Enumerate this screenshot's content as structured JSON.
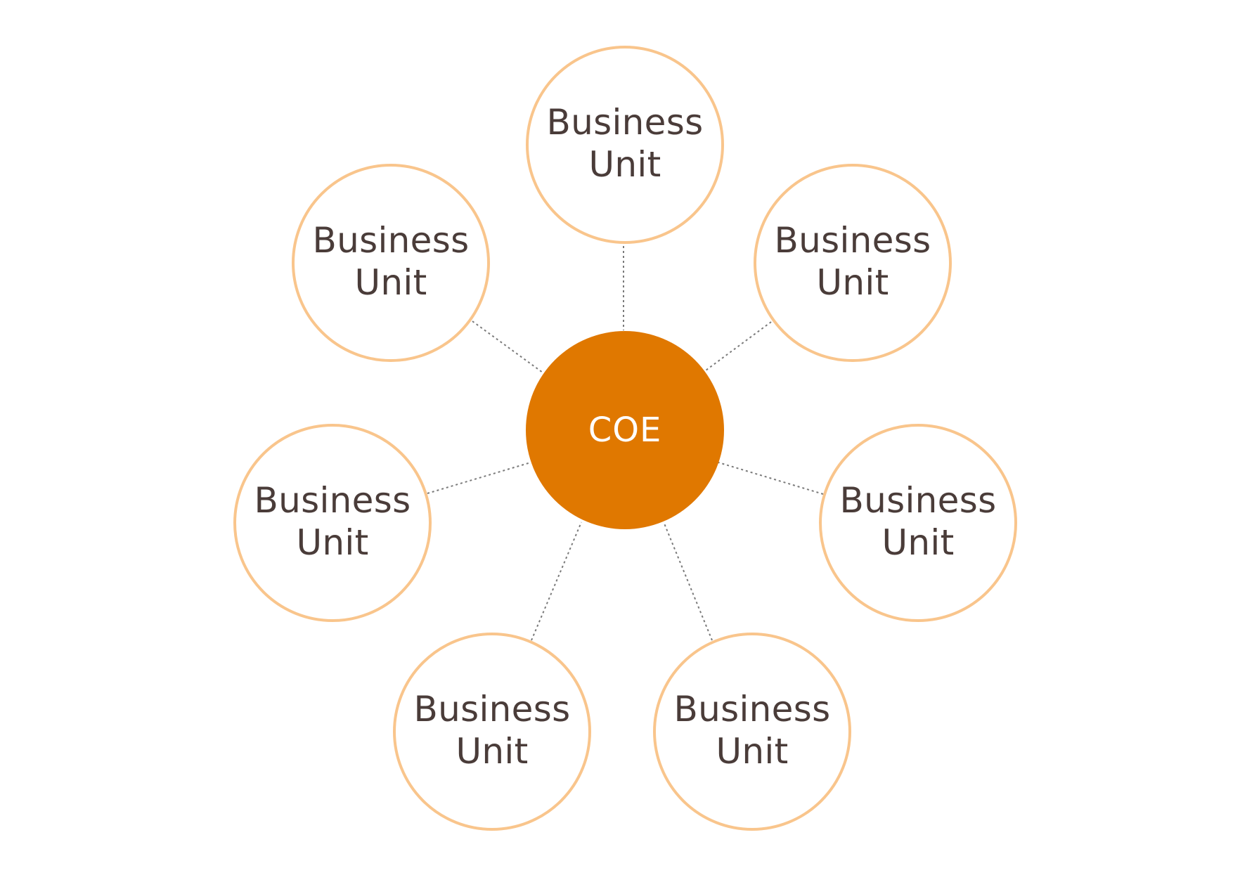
{
  "colors": {
    "hub_fill": "#e07800",
    "unit_border": "#f9c58c",
    "unit_text": "#4a3c39",
    "connector": "#7a7a7a"
  },
  "hub": {
    "label": "COE"
  },
  "units": [
    {
      "label": "Business\nUnit"
    },
    {
      "label": "Business\nUnit"
    },
    {
      "label": "Business\nUnit"
    },
    {
      "label": "Business\nUnit"
    },
    {
      "label": "Business\nUnit"
    },
    {
      "label": "Business\nUnit"
    },
    {
      "label": "Business\nUnit"
    }
  ]
}
